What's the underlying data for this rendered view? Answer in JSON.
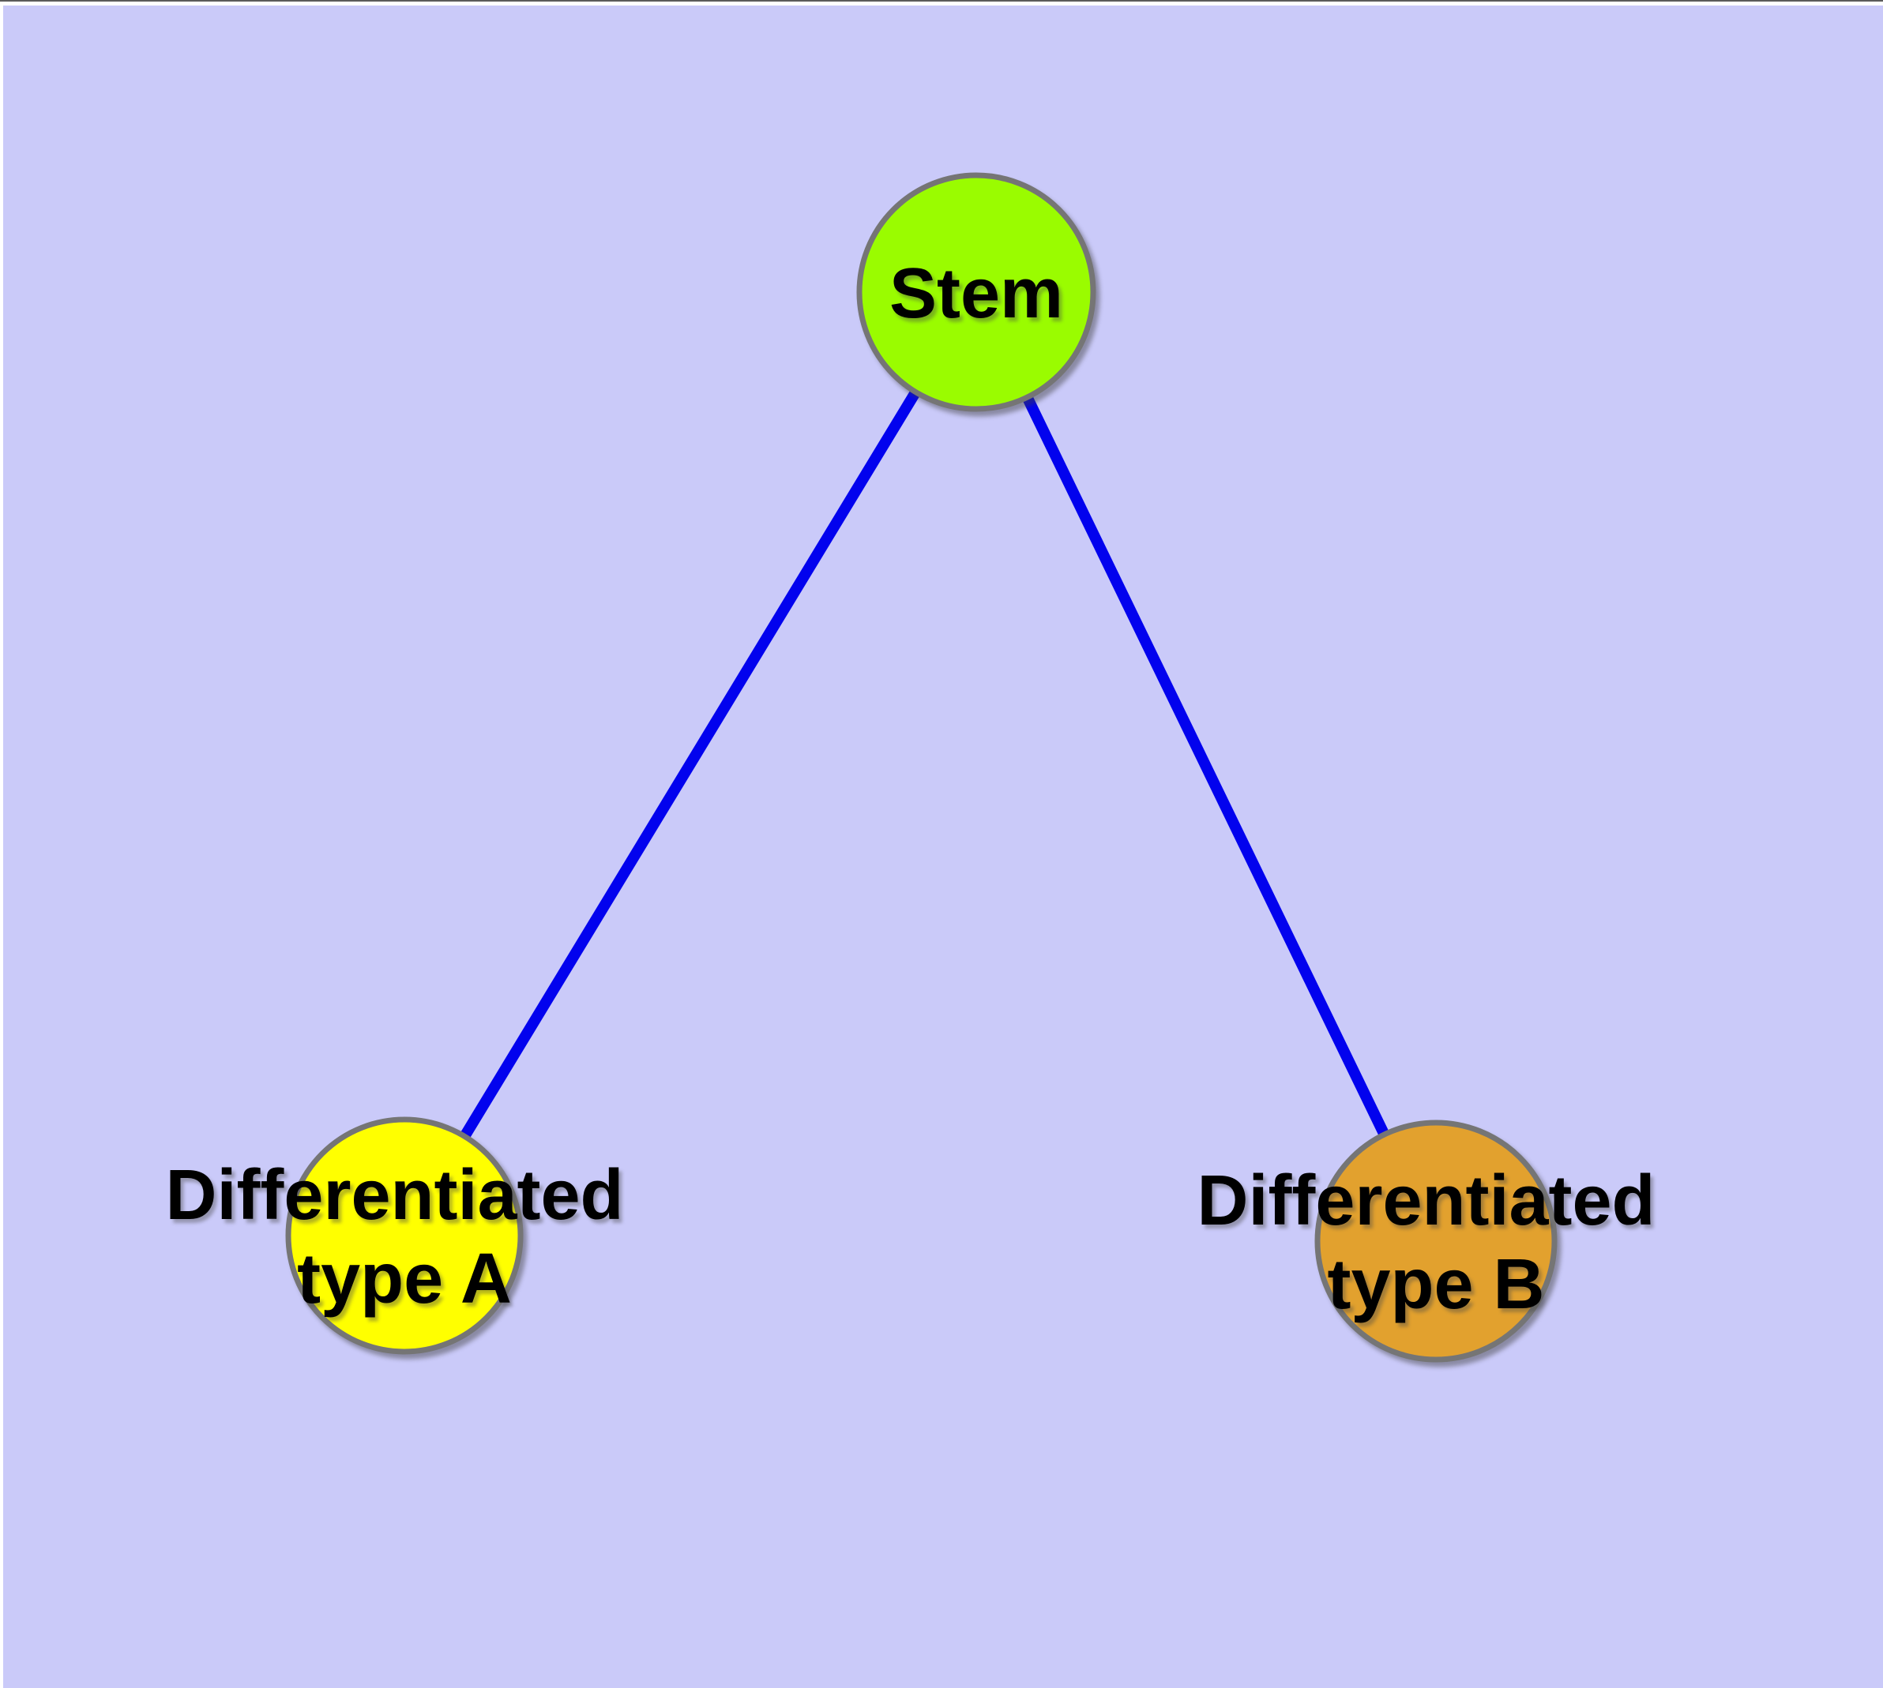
{
  "window": {
    "frame_top_line_color": "#5b5b5b",
    "frame_band_color": "#ffffff"
  },
  "canvas": {
    "background": "#cacaf9"
  },
  "diagram": {
    "type": "graph",
    "description": "Stem cell differentiation tree: one stem node branching to two differentiated cell-type nodes",
    "edge_color": "#0202ee",
    "node_border_color": "#757575",
    "label_color": "#000000",
    "nodes": {
      "stem": {
        "label": "Stem",
        "fill": "#9afc00"
      },
      "typeA": {
        "label_line1": "Differentiated",
        "label_line2": "type A",
        "fill": "#ffff00"
      },
      "typeB": {
        "label_line1": "Differentiated",
        "label_line2": "type B",
        "fill": "#e2a12e"
      }
    },
    "edges": [
      {
        "from": "Stem",
        "to": "Differentiated type A"
      },
      {
        "from": "Stem",
        "to": "Differentiated type B"
      }
    ]
  }
}
